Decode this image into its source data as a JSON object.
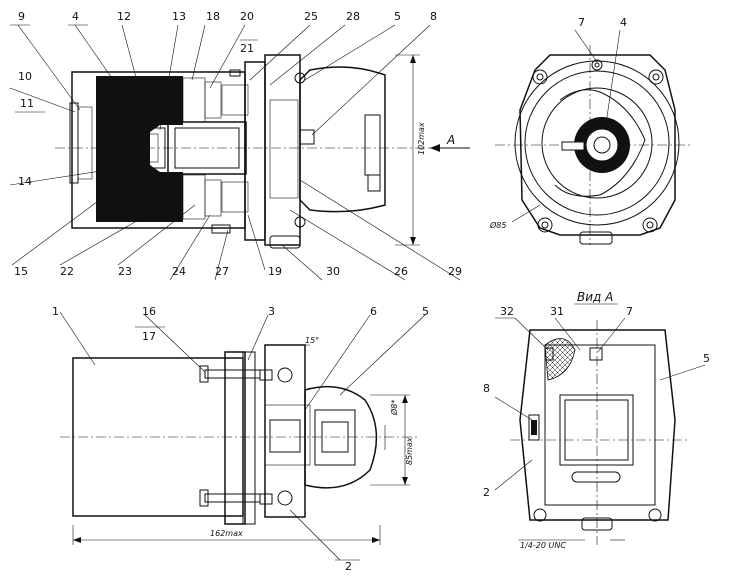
{
  "view_a_title": "Вид А",
  "arrow_label": "A",
  "dimensions": {
    "height_top": "102max",
    "diameter_85": "Ø85",
    "length": "162max",
    "height_bottom": "85max",
    "angle": "15°",
    "diameter_8": "Ø8*",
    "thread": "1/4-20 UNC"
  },
  "callouts": {
    "c9": "9",
    "c4a": "4",
    "c12": "12",
    "c13": "13",
    "c18": "18",
    "c20": "20",
    "c21": "21",
    "c25": "25",
    "c28": "28",
    "c5a": "5",
    "c8a": "8",
    "c10": "10",
    "c11": "11",
    "c14": "14",
    "c15": "15",
    "c22": "22",
    "c23": "23",
    "c24": "24",
    "c27": "27",
    "c19": "19",
    "c30": "30",
    "c26": "26",
    "c29": "29",
    "c7a": "7",
    "c4b": "4",
    "c1": "1",
    "c16": "16",
    "c17": "17",
    "c3": "3",
    "c6": "6",
    "c5b": "5",
    "c2a": "2",
    "c32": "32",
    "c31": "31",
    "c7b": "7",
    "c5c": "5",
    "c8b": "8",
    "c2b": "2"
  }
}
